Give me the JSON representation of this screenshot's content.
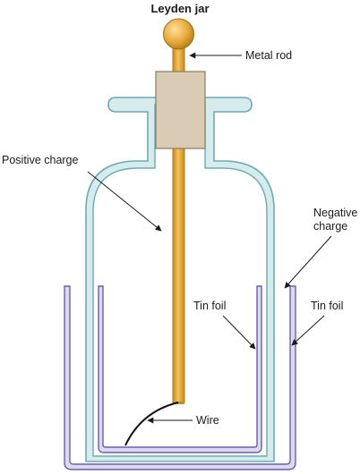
{
  "title": "Leyden jar",
  "labels": {
    "metal_rod": "Metal rod",
    "positive_charge": "Positive charge",
    "negative_charge_line1": "Negative",
    "negative_charge_line2": "charge",
    "tin_foil_inner": "Tin foil",
    "tin_foil_outer": "Tin foil",
    "wire": "Wire"
  },
  "colors": {
    "glass_fill": "#d6ecec",
    "glass_stroke": "#6fa9b3",
    "foil_fill": "#dcd8f0",
    "foil_stroke": "#6b5fa8",
    "rod_fill": "#e8a93a",
    "rod_stroke": "#b07a1a",
    "stopper_fill": "#d9cbb4",
    "stopper_stroke": "#8a7a60"
  }
}
